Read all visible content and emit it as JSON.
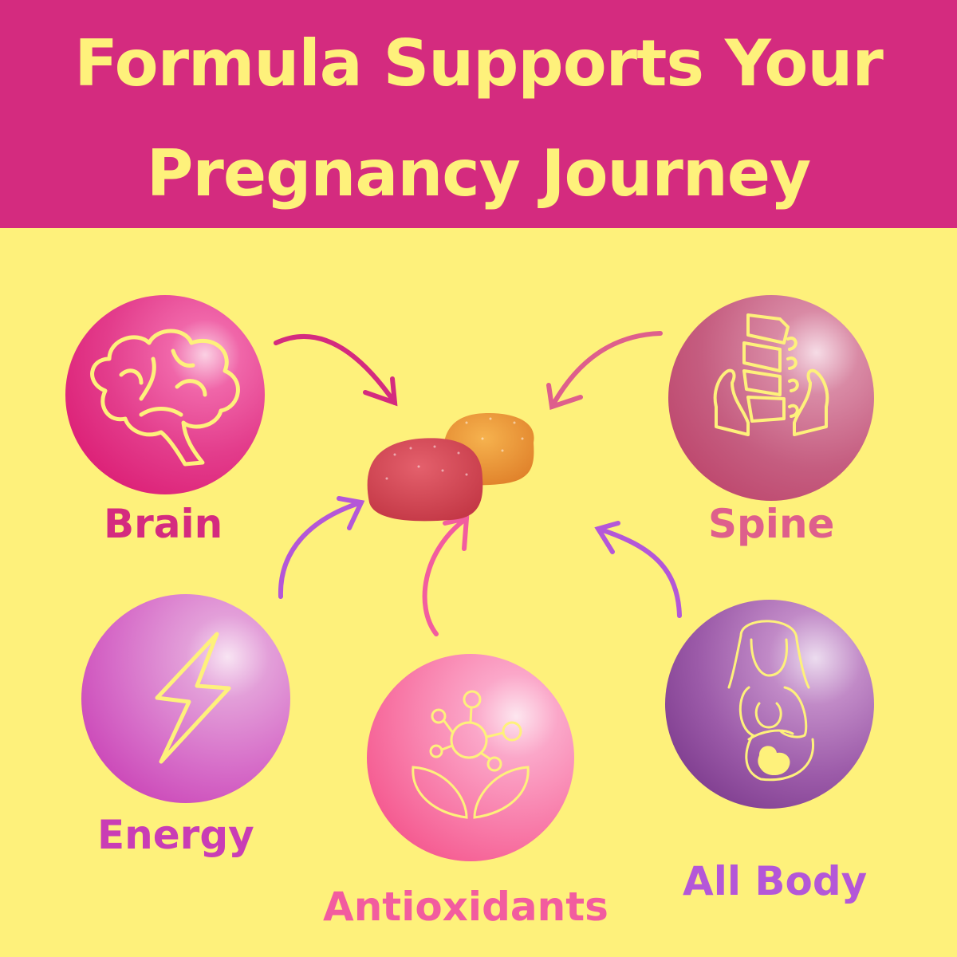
{
  "header": {
    "title_line1": "Formula Supports Your",
    "title_line2": "Pregnancy Journey",
    "background_color": "#d42b7f",
    "text_color": "#fef17b"
  },
  "background_color": "#fef17b",
  "center": {
    "image": "two-sugar-coated-gummies",
    "colors": [
      "#d64a5a",
      "#f0a03a"
    ]
  },
  "benefits": [
    {
      "label": "Brain",
      "icon": "brain-icon",
      "color": "#d42b7f"
    },
    {
      "label": "Spine",
      "icon": "spine-hands-icon",
      "color": "#de5f8c"
    },
    {
      "label": "Energy",
      "icon": "lightning-bolt-icon",
      "color": "#c93db5"
    },
    {
      "label": "Antioxidants",
      "icon": "molecule-leaves-icon",
      "color": "#f25c9f"
    },
    {
      "label": "All Body",
      "icon": "pregnant-woman-icon",
      "color": "#b457d8"
    }
  ]
}
